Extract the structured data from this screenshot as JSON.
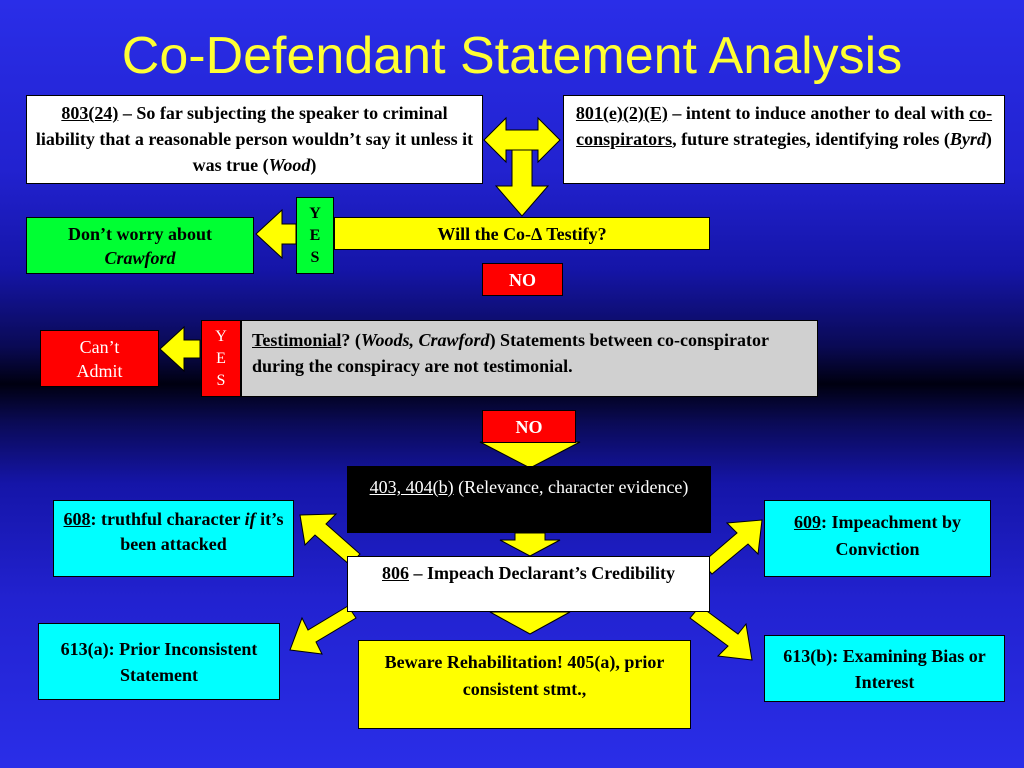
{
  "title": "Co-Defendant Statement Analysis",
  "box_803": {
    "rule": "803(24)",
    "text_a": " – So far subjecting the speaker to criminal liability that a reasonable person wouldn’t say it unless it was true (",
    "case": "Wood",
    "text_b": ")"
  },
  "box_801": {
    "rule": "801(e)(2)(E)",
    "text_a": " – intent to induce another to deal with ",
    "term": "co-conspirators",
    "text_b": ", future strategies, identifying roles (",
    "case": "Byrd",
    "text_c": ")"
  },
  "yes_label": [
    "Y",
    "E",
    "S"
  ],
  "testify_question": "Will the Co-∆ Testify?",
  "dont_worry": {
    "line1": "Don’t worry about",
    "case": "Crawford"
  },
  "no_label": "NO",
  "cant_admit": {
    "line1": "Can’t",
    "line2": "Admit"
  },
  "testimonial": {
    "term": "Testimonial",
    "q": "? (",
    "cases": "Woods, Crawford",
    "rest": ") Statements between co-conspirator during the conspiracy are not testimonial."
  },
  "box_403": {
    "rule": "403, 404(b)",
    "text": " (Relevance, character evidence)"
  },
  "box_806": {
    "rule": "806",
    "text": " – Impeach Declarant’s Credibility"
  },
  "box_608": {
    "rule": "608",
    "text_a": ": truthful character ",
    "if": "if",
    "text_b": " it’s been attacked"
  },
  "box_609": {
    "rule": "609",
    "text": ": Impeachment by Conviction"
  },
  "box_613a": {
    "text": "613(a): Prior Inconsistent Statement"
  },
  "box_613b": {
    "text": "613(b): Examining Bias or Interest"
  },
  "box_rehab": {
    "text": "Beware Rehabilitation! 405(a), prior consistent stmt.,"
  },
  "colors": {
    "title": "#ffff33",
    "arrow": "#ffff00",
    "yes_no_red": "#ff0000",
    "green": "#00ff33",
    "cyan": "#00ffff"
  }
}
